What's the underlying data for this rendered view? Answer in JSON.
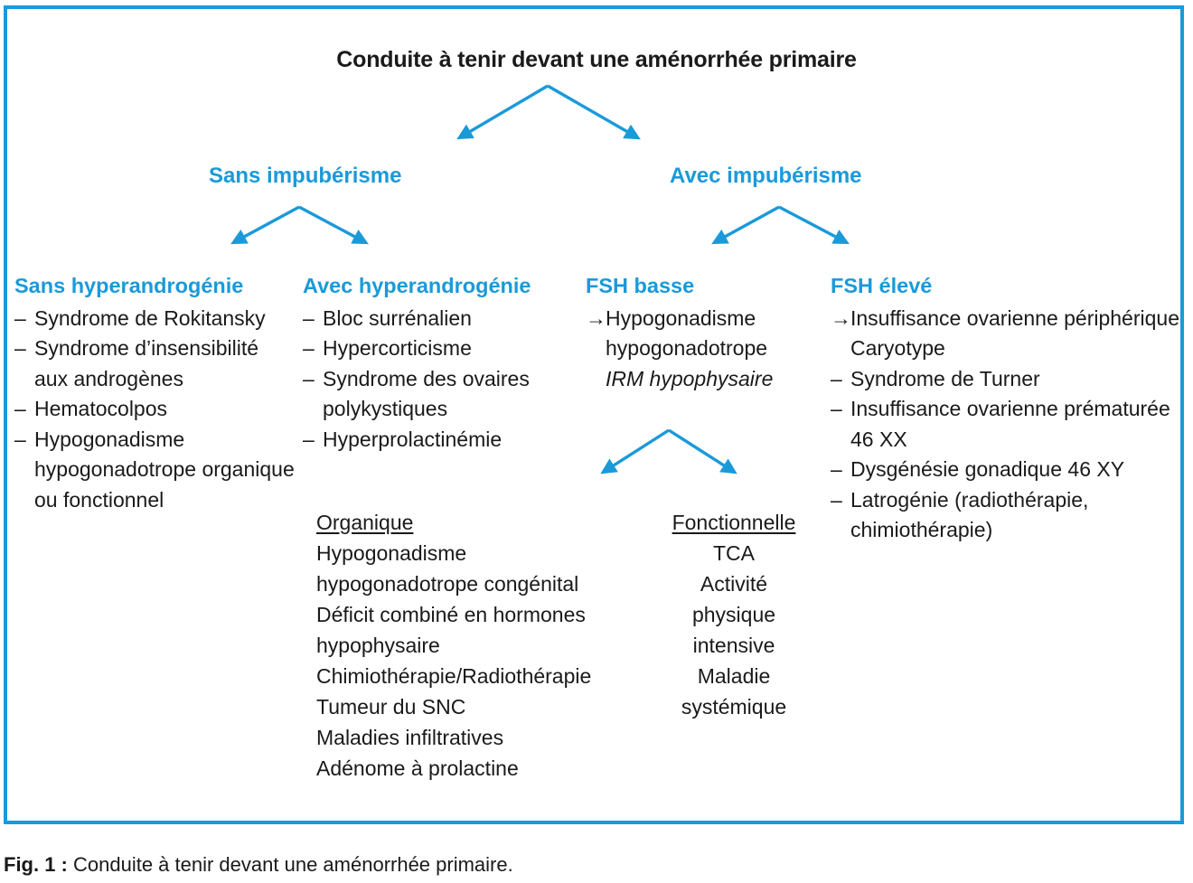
{
  "colors": {
    "accent": "#1a9ad9",
    "text": "#1a1a1a",
    "background": "#ffffff"
  },
  "diagram": {
    "title": "Conduite à tenir devant une aménorrhée primaire",
    "level2": {
      "left": "Sans impubérisme",
      "right": "Avec impubérisme"
    },
    "columns": [
      {
        "heading": "Sans hyperandrogénie",
        "items": [
          {
            "marker": "–",
            "text": "Syndrome de Rokitansky"
          },
          {
            "marker": "–",
            "text": "Syndrome d’insensibilité aux androgènes"
          },
          {
            "marker": "–",
            "text": "Hematocolpos"
          },
          {
            "marker": "–",
            "text": "Hypogonadisme hypogonadotrope organique ou fonctionnel"
          }
        ]
      },
      {
        "heading": "Avec hyperandrogénie",
        "items": [
          {
            "marker": "–",
            "text": "Bloc surrénalien"
          },
          {
            "marker": "–",
            "text": "Hypercorticisme"
          },
          {
            "marker": "–",
            "text": "Syndrome des ovaires polykystiques"
          },
          {
            "marker": "–",
            "text": "Hyperprolactinémie"
          }
        ]
      },
      {
        "heading": "FSH basse",
        "items": [
          {
            "marker": "→",
            "text": "Hypogonadisme hypogonadotrope"
          }
        ],
        "note_italic": "IRM hypophysaire"
      },
      {
        "heading": "FSH élevé",
        "items": [
          {
            "marker": "→",
            "text": "Insuffisance ovarienne périphérique"
          }
        ],
        "extra_line": "Caryotype",
        "more_items": [
          {
            "marker": "–",
            "text": "Syndrome de Turner"
          },
          {
            "marker": "–",
            "text": "Insuffisance ovarienne prématurée 46 XX"
          },
          {
            "marker": "–",
            "text": "Dysgénésie gonadique 46 XY"
          },
          {
            "marker": "–",
            "text": "Latrogénie (radiothérapie, chimiothérapie)"
          }
        ]
      }
    ],
    "subbranches": [
      {
        "heading": "Organique",
        "lines": [
          "Hypogonadisme",
          "hypogonadotrope congénital",
          "Déficit combiné en hormones",
          "hypophysaire",
          "Chimiothérapie/Radiothérapie",
          "Tumeur du SNC",
          "Maladies infiltratives",
          "Adénome à prolactine"
        ]
      },
      {
        "heading": "Fonctionnelle",
        "lines": [
          "TCA",
          "Activité",
          "physique",
          "intensive",
          "Maladie",
          "systémique"
        ]
      }
    ]
  },
  "caption": {
    "label": "Fig. 1 :",
    "text": " Conduite à tenir devant une aménorrhée primaire."
  }
}
